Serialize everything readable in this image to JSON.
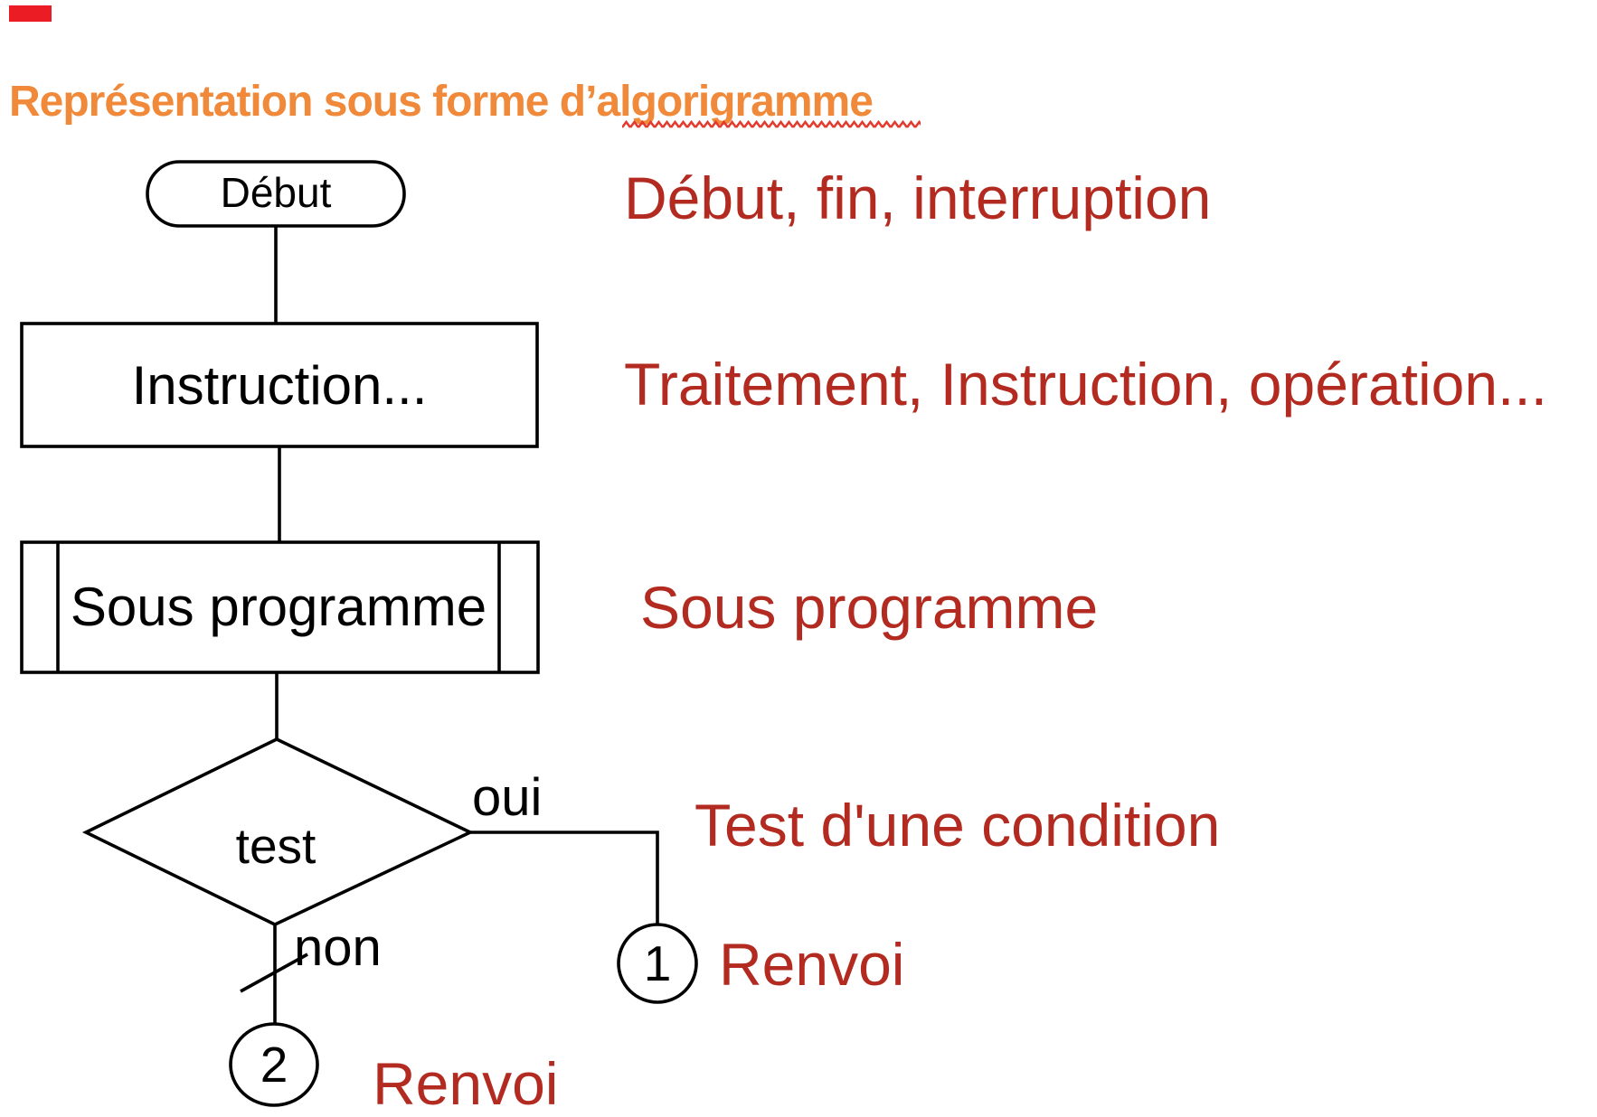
{
  "title": {
    "text_before": "Représentation sous forme d’",
    "text_underlined": "algorigramme"
  },
  "flowchart": {
    "start_label": "Début",
    "instruction_label": "Instruction...",
    "subroutine_label": "Sous programme",
    "test_label": "test",
    "yes_label": "oui",
    "no_label": "non",
    "connector1_label": "1",
    "connector2_label": "2"
  },
  "legend": {
    "terminator": "Début, fin, interruption",
    "process": "Traitement, Instruction, opération...",
    "subroutine": "Sous programme",
    "decision": "Test d'une condition",
    "connector1": "Renvoi",
    "connector2": "Renvoi"
  },
  "colors": {
    "accent_bar_red": "#EC1C24",
    "title_orange": "#F08A3A",
    "legend_red": "#B22A20",
    "squiggle_red": "#E23B2E",
    "flow_black": "#000000"
  }
}
